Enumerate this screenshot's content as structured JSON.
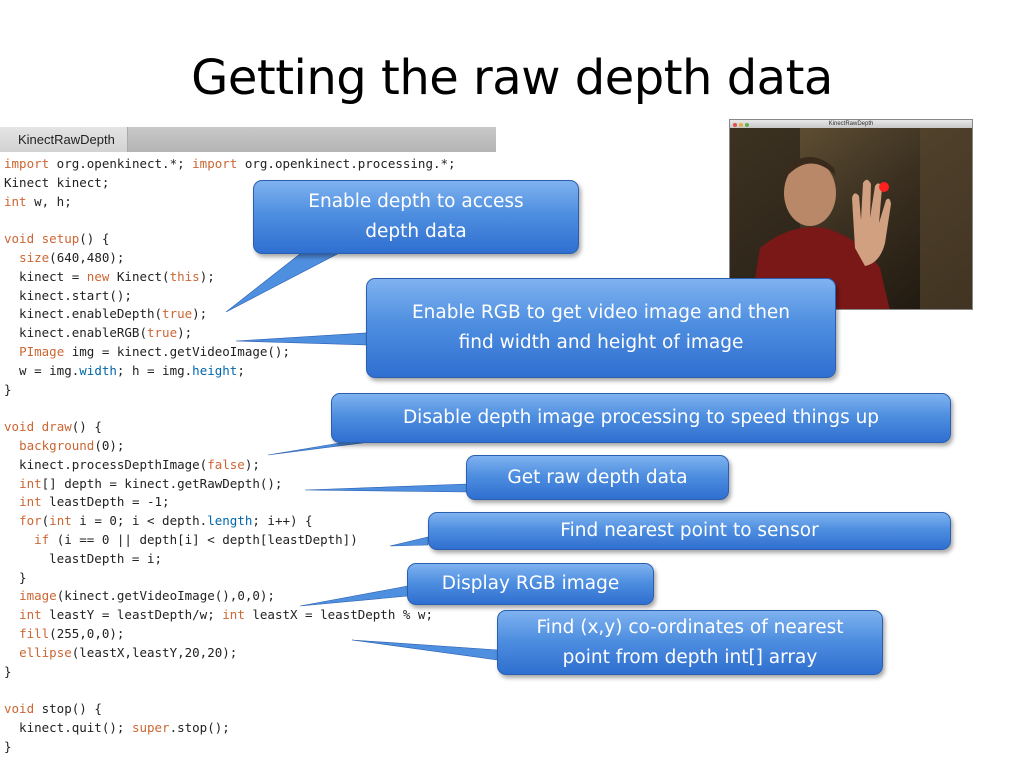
{
  "slide": {
    "title": "Getting the raw depth data"
  },
  "editor": {
    "tab_label": "KinectRawDepth"
  },
  "video_window": {
    "title": "KinectRawDepth"
  },
  "callouts": [
    {
      "id": "enable-depth",
      "line1": "Enable depth to access",
      "line2": "depth data"
    },
    {
      "id": "enable-rgb",
      "line1": "Enable RGB to get video image and then",
      "line2": "find width and height of image"
    },
    {
      "id": "disable-depth-processing",
      "line1": "Disable depth image processing to speed things up"
    },
    {
      "id": "get-raw-depth",
      "line1": "Get raw depth data"
    },
    {
      "id": "find-nearest",
      "line1": "Find nearest point to sensor"
    },
    {
      "id": "display-rgb",
      "line1": "Display RGB image"
    },
    {
      "id": "find-xy",
      "line1": "Find (x,y) co-ordinates of nearest",
      "line2": "point from depth int[] array"
    }
  ],
  "colors": {
    "callout_top": "#7fb2f0",
    "callout_bottom": "#2f6fd0",
    "keyword": "#cc6633",
    "property": "#0066aa"
  }
}
